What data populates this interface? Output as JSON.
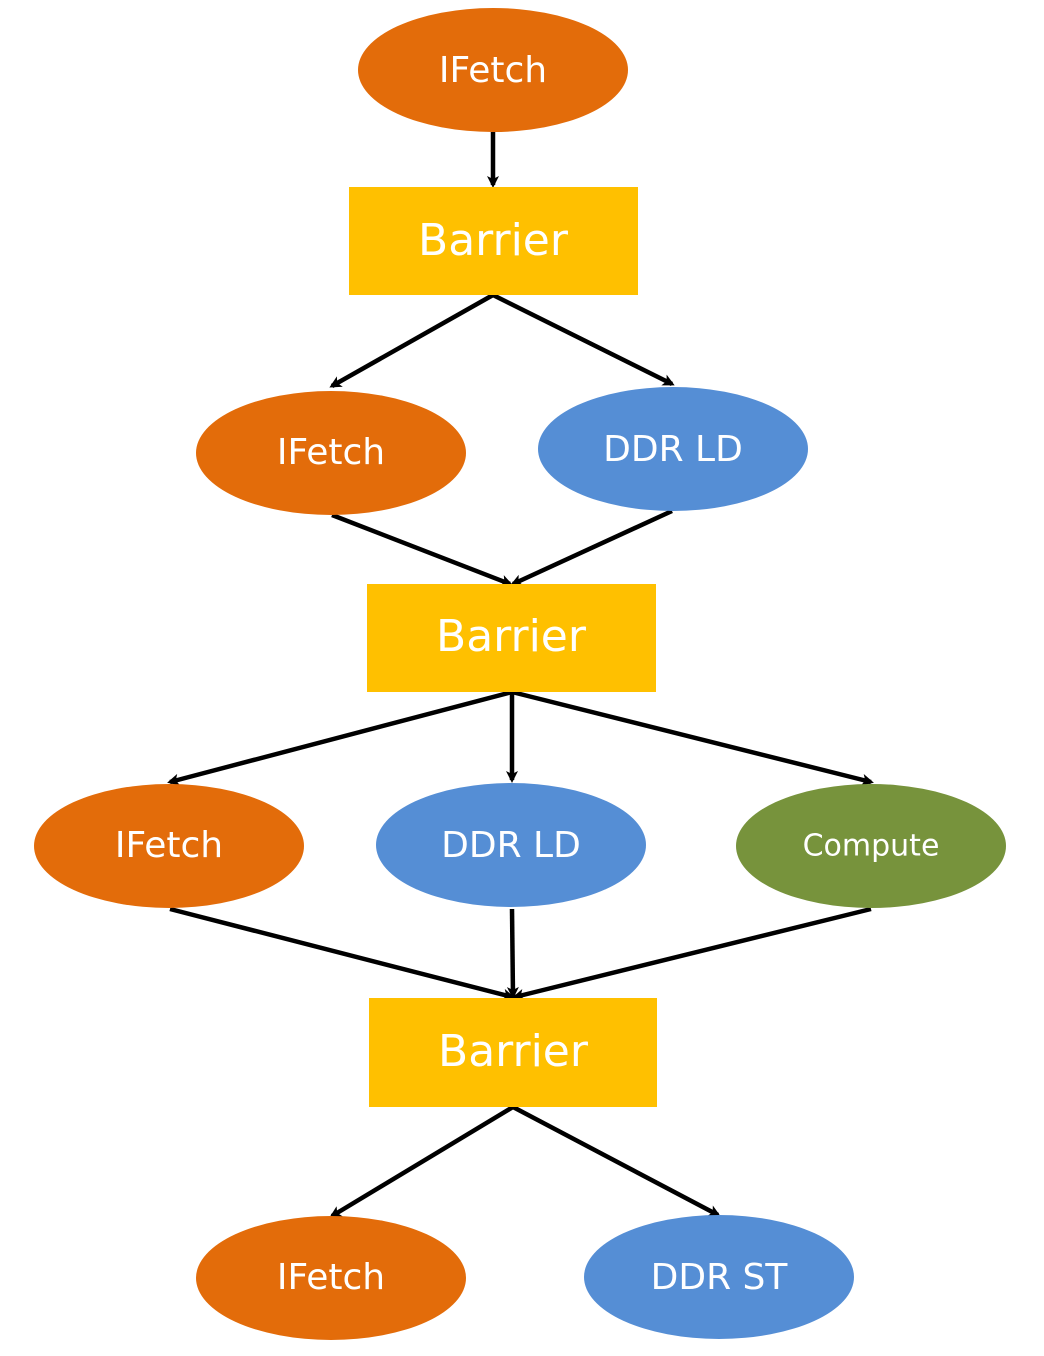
{
  "colors": {
    "ifetch": "#E36C0A",
    "ddr": "#558ED5",
    "compute": "#77933C",
    "barrier": "#FFC000",
    "edge": "#000000",
    "text": "#FFFFFF"
  },
  "nodes": {
    "n1": {
      "label": "IFetch",
      "kind": "ifetch"
    },
    "b1": {
      "label": "Barrier",
      "kind": "barrier"
    },
    "n2a": {
      "label": "IFetch",
      "kind": "ifetch"
    },
    "n2b": {
      "label": "DDR LD",
      "kind": "ddr"
    },
    "b2": {
      "label": "Barrier",
      "kind": "barrier"
    },
    "n3a": {
      "label": "IFetch",
      "kind": "ifetch"
    },
    "n3b": {
      "label": "DDR LD",
      "kind": "ddr"
    },
    "n3c": {
      "label": "Compute",
      "kind": "compute"
    },
    "b3": {
      "label": "Barrier",
      "kind": "barrier"
    },
    "n4a": {
      "label": "IFetch",
      "kind": "ifetch"
    },
    "n4b": {
      "label": "DDR ST",
      "kind": "ddr"
    }
  },
  "edges": [
    [
      "n1",
      "b1"
    ],
    [
      "b1",
      "n2a"
    ],
    [
      "b1",
      "n2b"
    ],
    [
      "n2a",
      "b2"
    ],
    [
      "n2b",
      "b2"
    ],
    [
      "b2",
      "n3a"
    ],
    [
      "b2",
      "n3b"
    ],
    [
      "b2",
      "n3c"
    ],
    [
      "n3a",
      "b3"
    ],
    [
      "n3b",
      "b3"
    ],
    [
      "n3c",
      "b3"
    ],
    [
      "b3",
      "n4a"
    ],
    [
      "b3",
      "n4b"
    ]
  ]
}
